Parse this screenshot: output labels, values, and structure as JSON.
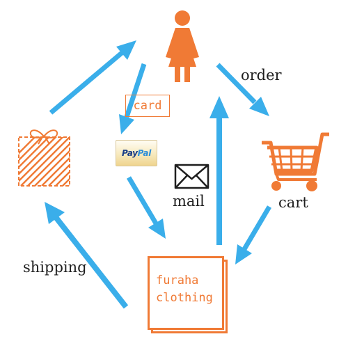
{
  "labels": {
    "order": "order",
    "cart": "cart",
    "mail": "mail",
    "shipping": "shipping",
    "card": "card"
  },
  "paypal": {
    "pay": "Pay",
    "pal": "Pal"
  },
  "store": {
    "line1": "furaha",
    "line2": "clothing"
  },
  "colors": {
    "arrow": "#3aaeea",
    "accent": "#f07a35"
  },
  "icons": [
    "customer-icon",
    "cart-icon",
    "mail-icon",
    "gift-box-icon",
    "paypal-badge"
  ]
}
